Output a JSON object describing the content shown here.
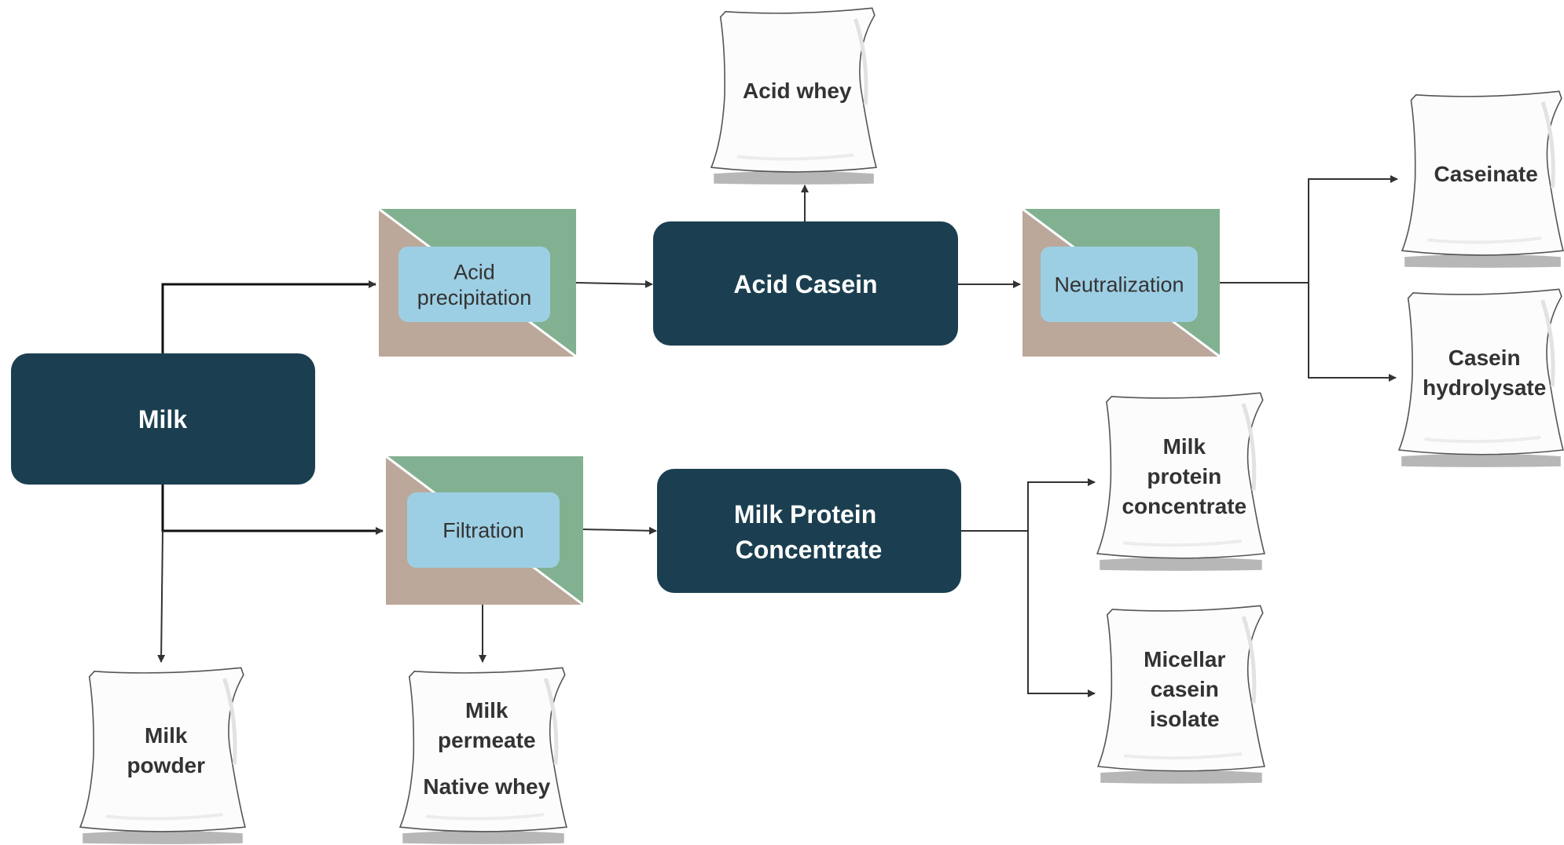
{
  "colors": {
    "dark_node": "#1b3f50",
    "process_green": "#82b192",
    "process_brown": "#bba89a",
    "process_label_bg": "#9dcfe4",
    "bag_fill": "#fcfcfc",
    "bag_outline": "#555555",
    "bag_shadow": "#b7b7b7",
    "arrow": "#333333",
    "label_dark": "#333333"
  },
  "nodes": {
    "milk": "Milk",
    "acid_casein": "Acid Casein",
    "mpc": [
      "Milk Protein",
      "Concentrate"
    ]
  },
  "processes": {
    "acid_precipitation": [
      "Acid",
      "precipitation"
    ],
    "neutralization": [
      "Neutralization"
    ],
    "filtration": [
      "Filtration"
    ]
  },
  "products": {
    "acid_whey": [
      "Acid whey"
    ],
    "caseinate": [
      "Caseinate"
    ],
    "casein_hydrolysate": [
      "Casein",
      "hydrolysate"
    ],
    "milk_protein_concentrate": [
      "Milk",
      "protein",
      "concentrate"
    ],
    "micellar_casein_isolate": [
      "Micellar",
      "casein",
      "isolate"
    ],
    "milk_powder": [
      "Milk",
      "powder"
    ],
    "milk_permeate": [
      "Milk",
      "permeate"
    ],
    "native_whey": [
      "Native whey"
    ]
  }
}
